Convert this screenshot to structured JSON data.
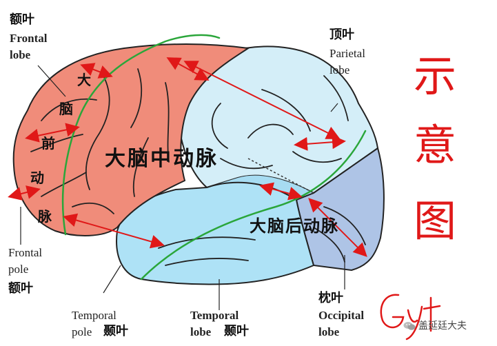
{
  "labels": {
    "frontal_lobe_cn": "额叶",
    "frontal_lobe_en": "Frontal lobe",
    "parietal_lobe_cn": "顶叶",
    "parietal_lobe_en": "Parietal lobe",
    "frontal_pole_en": "Frontal pole",
    "frontal_pole_cn": "额叶",
    "temporal_pole_en": "Temporal pole",
    "temporal_pole_cn": "颞叶",
    "temporal_lobe_en": "Temporal lobe",
    "temporal_lobe_cn": "颞叶",
    "occipital_lobe_cn": "枕叶",
    "occipital_lobe_en": "Occipital lobe"
  },
  "arteries": {
    "anterior_chars": [
      "大",
      "脑",
      "前",
      "动",
      "脉"
    ],
    "middle": "大脑中动脉",
    "posterior": "大脑后动脉"
  },
  "side_note_chars": [
    "示",
    "意",
    "图"
  ],
  "signature": "Gyt",
  "watermark": {
    "icon": "wechat-icon",
    "text": "盖延廷大夫"
  },
  "colors": {
    "frontal": "#f08c7a",
    "parietal": "#d4eef8",
    "middle_region": "#a7dcf2",
    "temporal": "#aee2f6",
    "occipital": "#aec4e6",
    "arrow_red": "#e01818",
    "watershed_green": "#2aa63a"
  }
}
